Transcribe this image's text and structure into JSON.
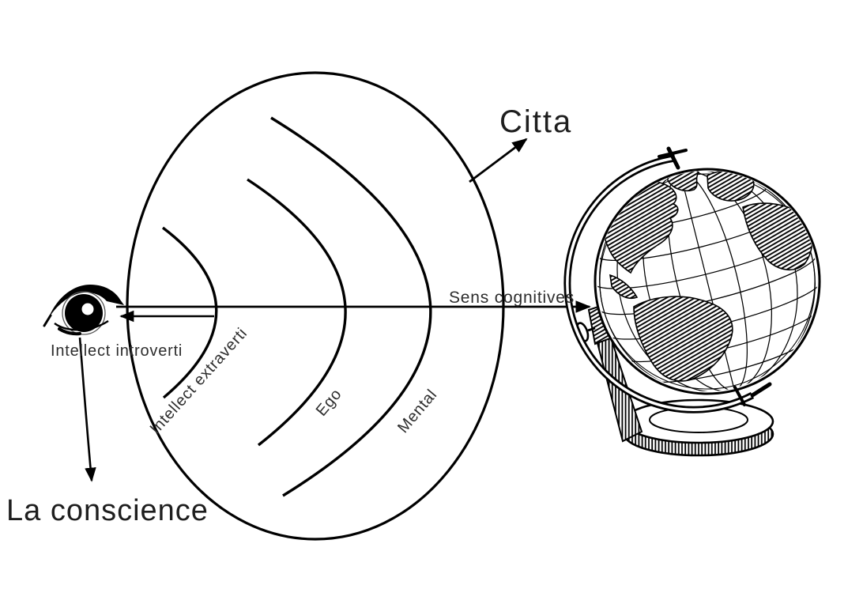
{
  "canvas": {
    "background": "#ffffff",
    "ink_color": "#000000",
    "text_color": "#2a2a2a"
  },
  "labels": {
    "citta": "Citta",
    "sens_cognitives": "Sens cognitives",
    "intellect_introverti": "Intellect introverti",
    "intellect_extraverti": "Intellect extraverti",
    "ego": "Ego",
    "mental": "Mental",
    "la_conscience": "La conscience"
  },
  "icons": {
    "eye": "eye-icon",
    "globe": "globe-icon"
  }
}
